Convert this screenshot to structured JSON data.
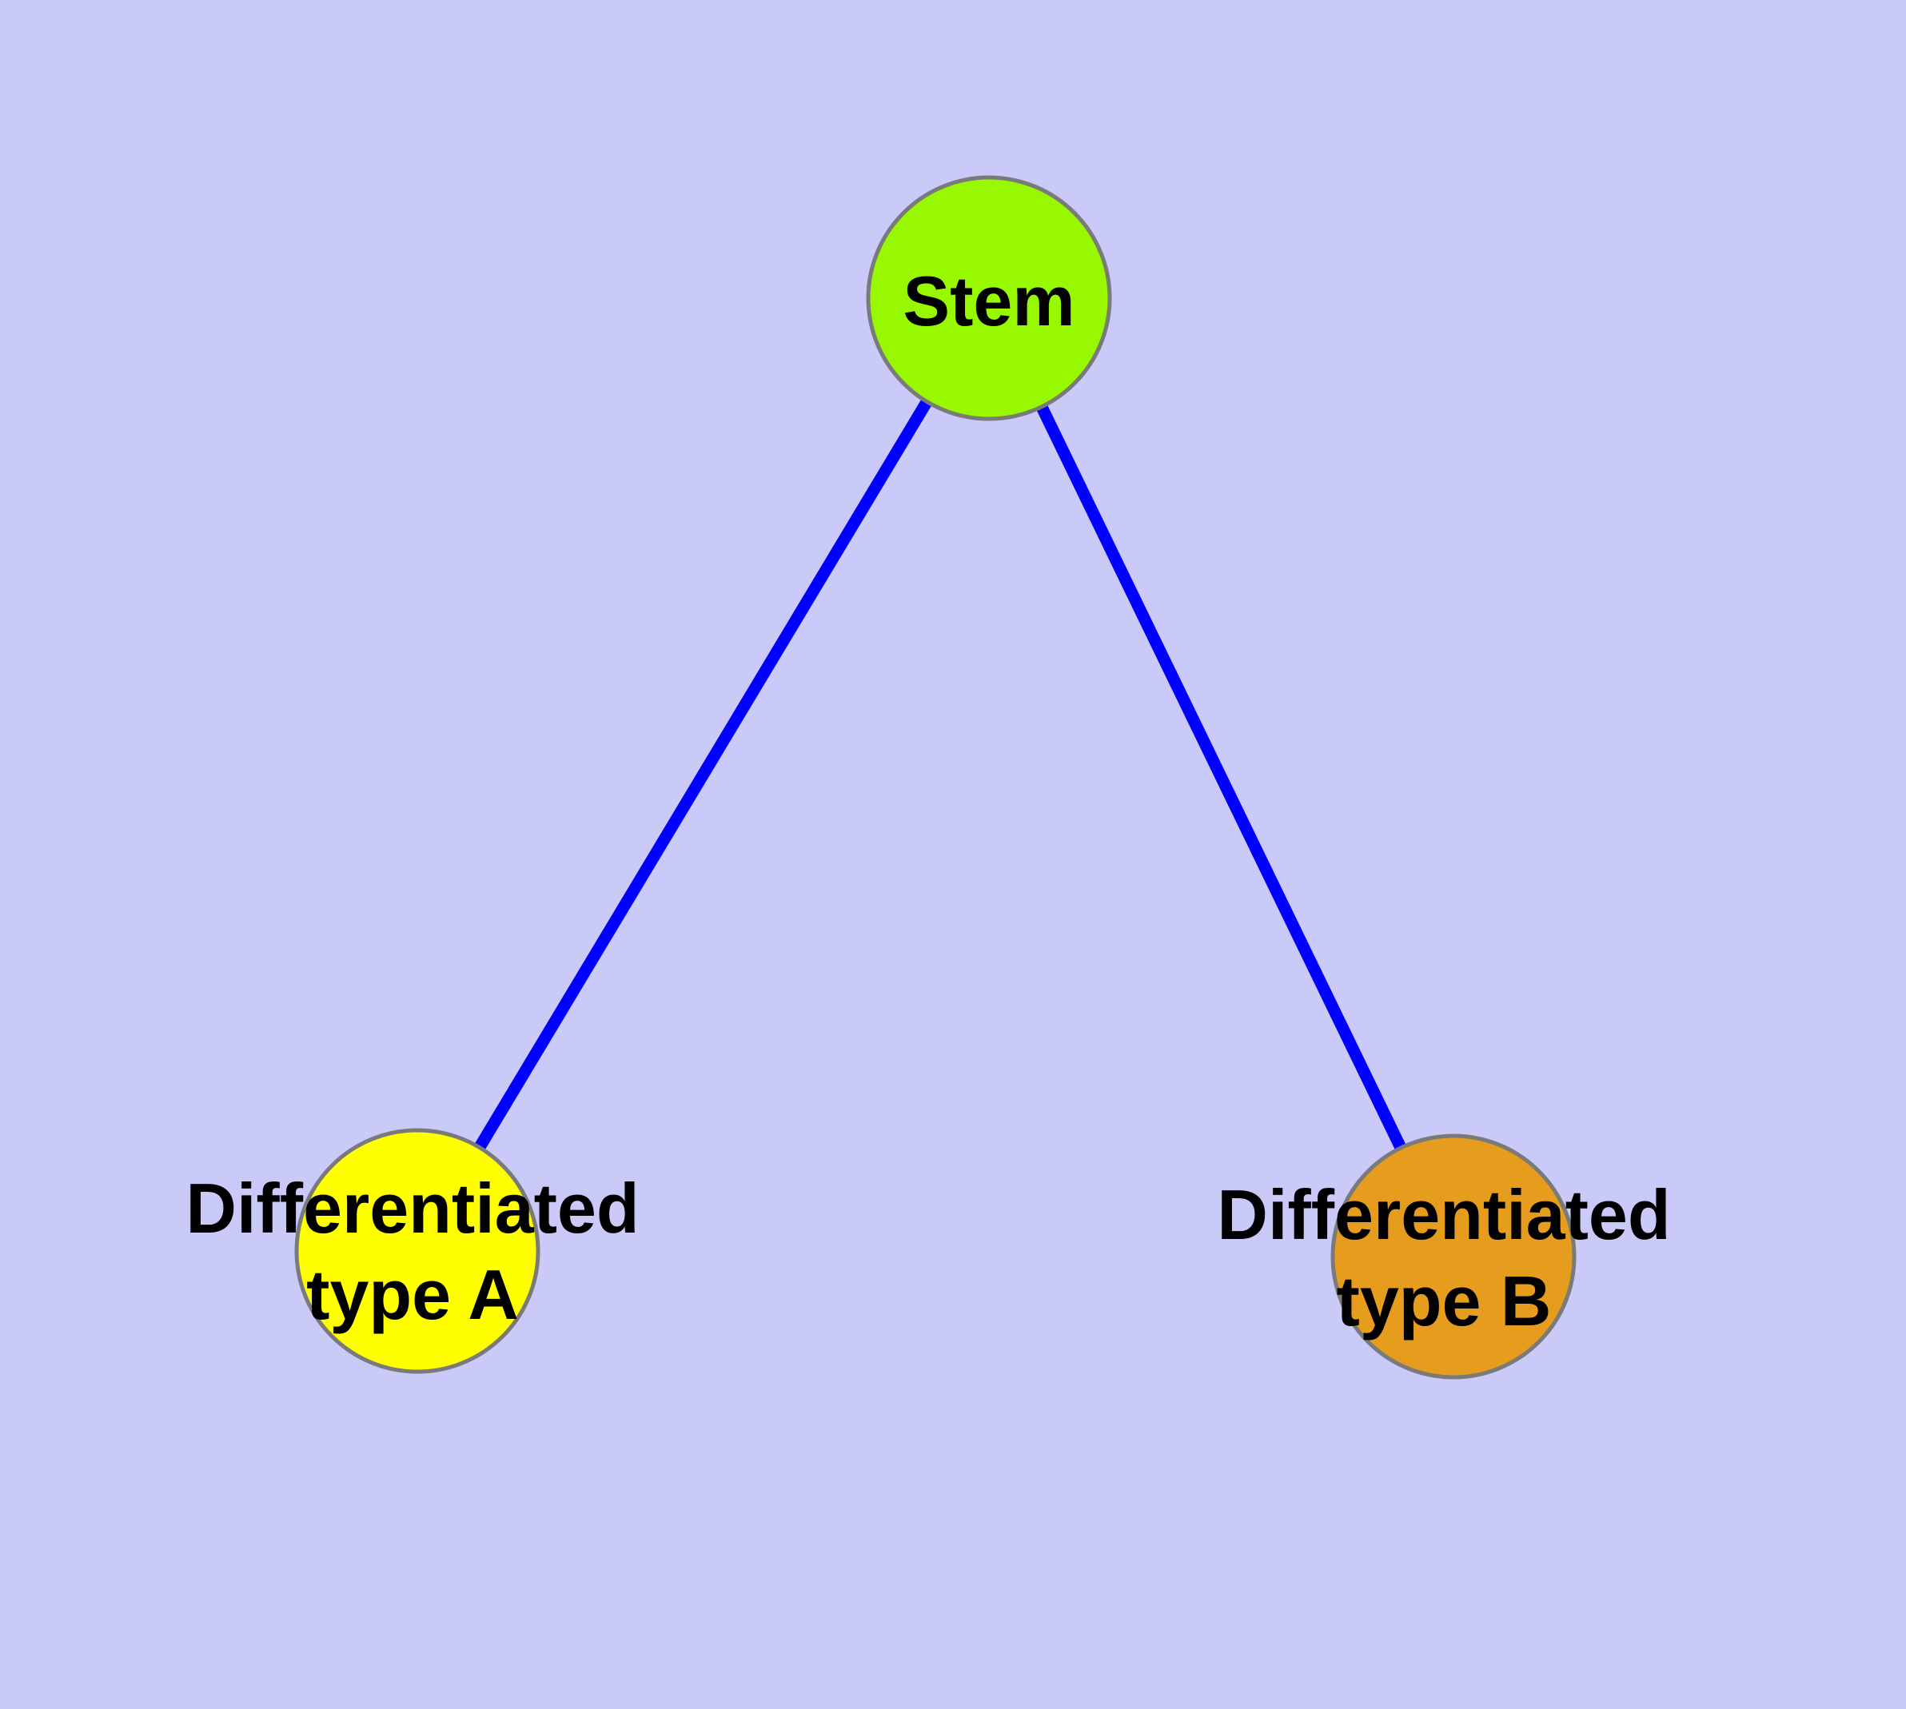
{
  "diagram": {
    "title": "",
    "background_color": "#CACAF8",
    "edge_color": "#0000FF",
    "node_border_color": "#7A7A7A",
    "label_color": "#000000",
    "nodes": [
      {
        "id": "stem",
        "label_lines": [
          "Stem"
        ],
        "color": "#97F800"
      },
      {
        "id": "differentiated-type-a",
        "label_lines": [
          "Differentiated",
          "type A"
        ],
        "color": "#FFFF00"
      },
      {
        "id": "differentiated-type-b",
        "label_lines": [
          "Differentiated",
          "type B"
        ],
        "color": "#E69C1C"
      }
    ],
    "edges": [
      {
        "from": "stem",
        "to": "differentiated-type-a"
      },
      {
        "from": "stem",
        "to": "differentiated-type-b"
      }
    ]
  }
}
